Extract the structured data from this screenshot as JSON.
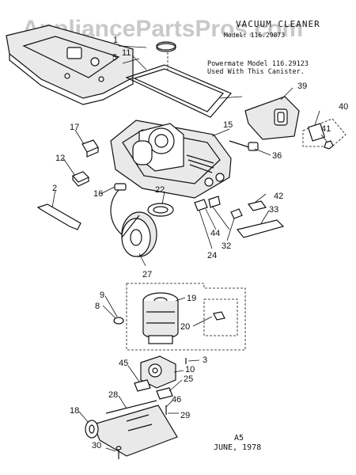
{
  "watermark": "AppliancePartsPros.com",
  "header": {
    "title": "VACUUM CLEANER",
    "model_line": "Model: 116.29873"
  },
  "note": {
    "line1": "Powermate Model 116.29123",
    "line2": "Used With This Canister."
  },
  "callouts": {
    "c1": "1",
    "c2": "2",
    "c3": "3",
    "c5": "5",
    "c8": "8",
    "c9": "9",
    "c10": "10",
    "c11": "11",
    "c12": "12",
    "c15": "15",
    "c16": "16",
    "c17": "17",
    "c18": "18",
    "c19": "19",
    "c20": "20",
    "c22": "22",
    "c24": "24",
    "c25": "25",
    "c27": "27",
    "c28": "28",
    "c29": "29",
    "c30": "30",
    "c32": "32",
    "c33": "33",
    "c36": "36",
    "c39": "39",
    "c40": "40",
    "c41": "41",
    "c42": "42",
    "c44": "44",
    "c45": "45",
    "c46": "46"
  },
  "footer": {
    "code": "A5",
    "date": "JUNE, 1978"
  }
}
